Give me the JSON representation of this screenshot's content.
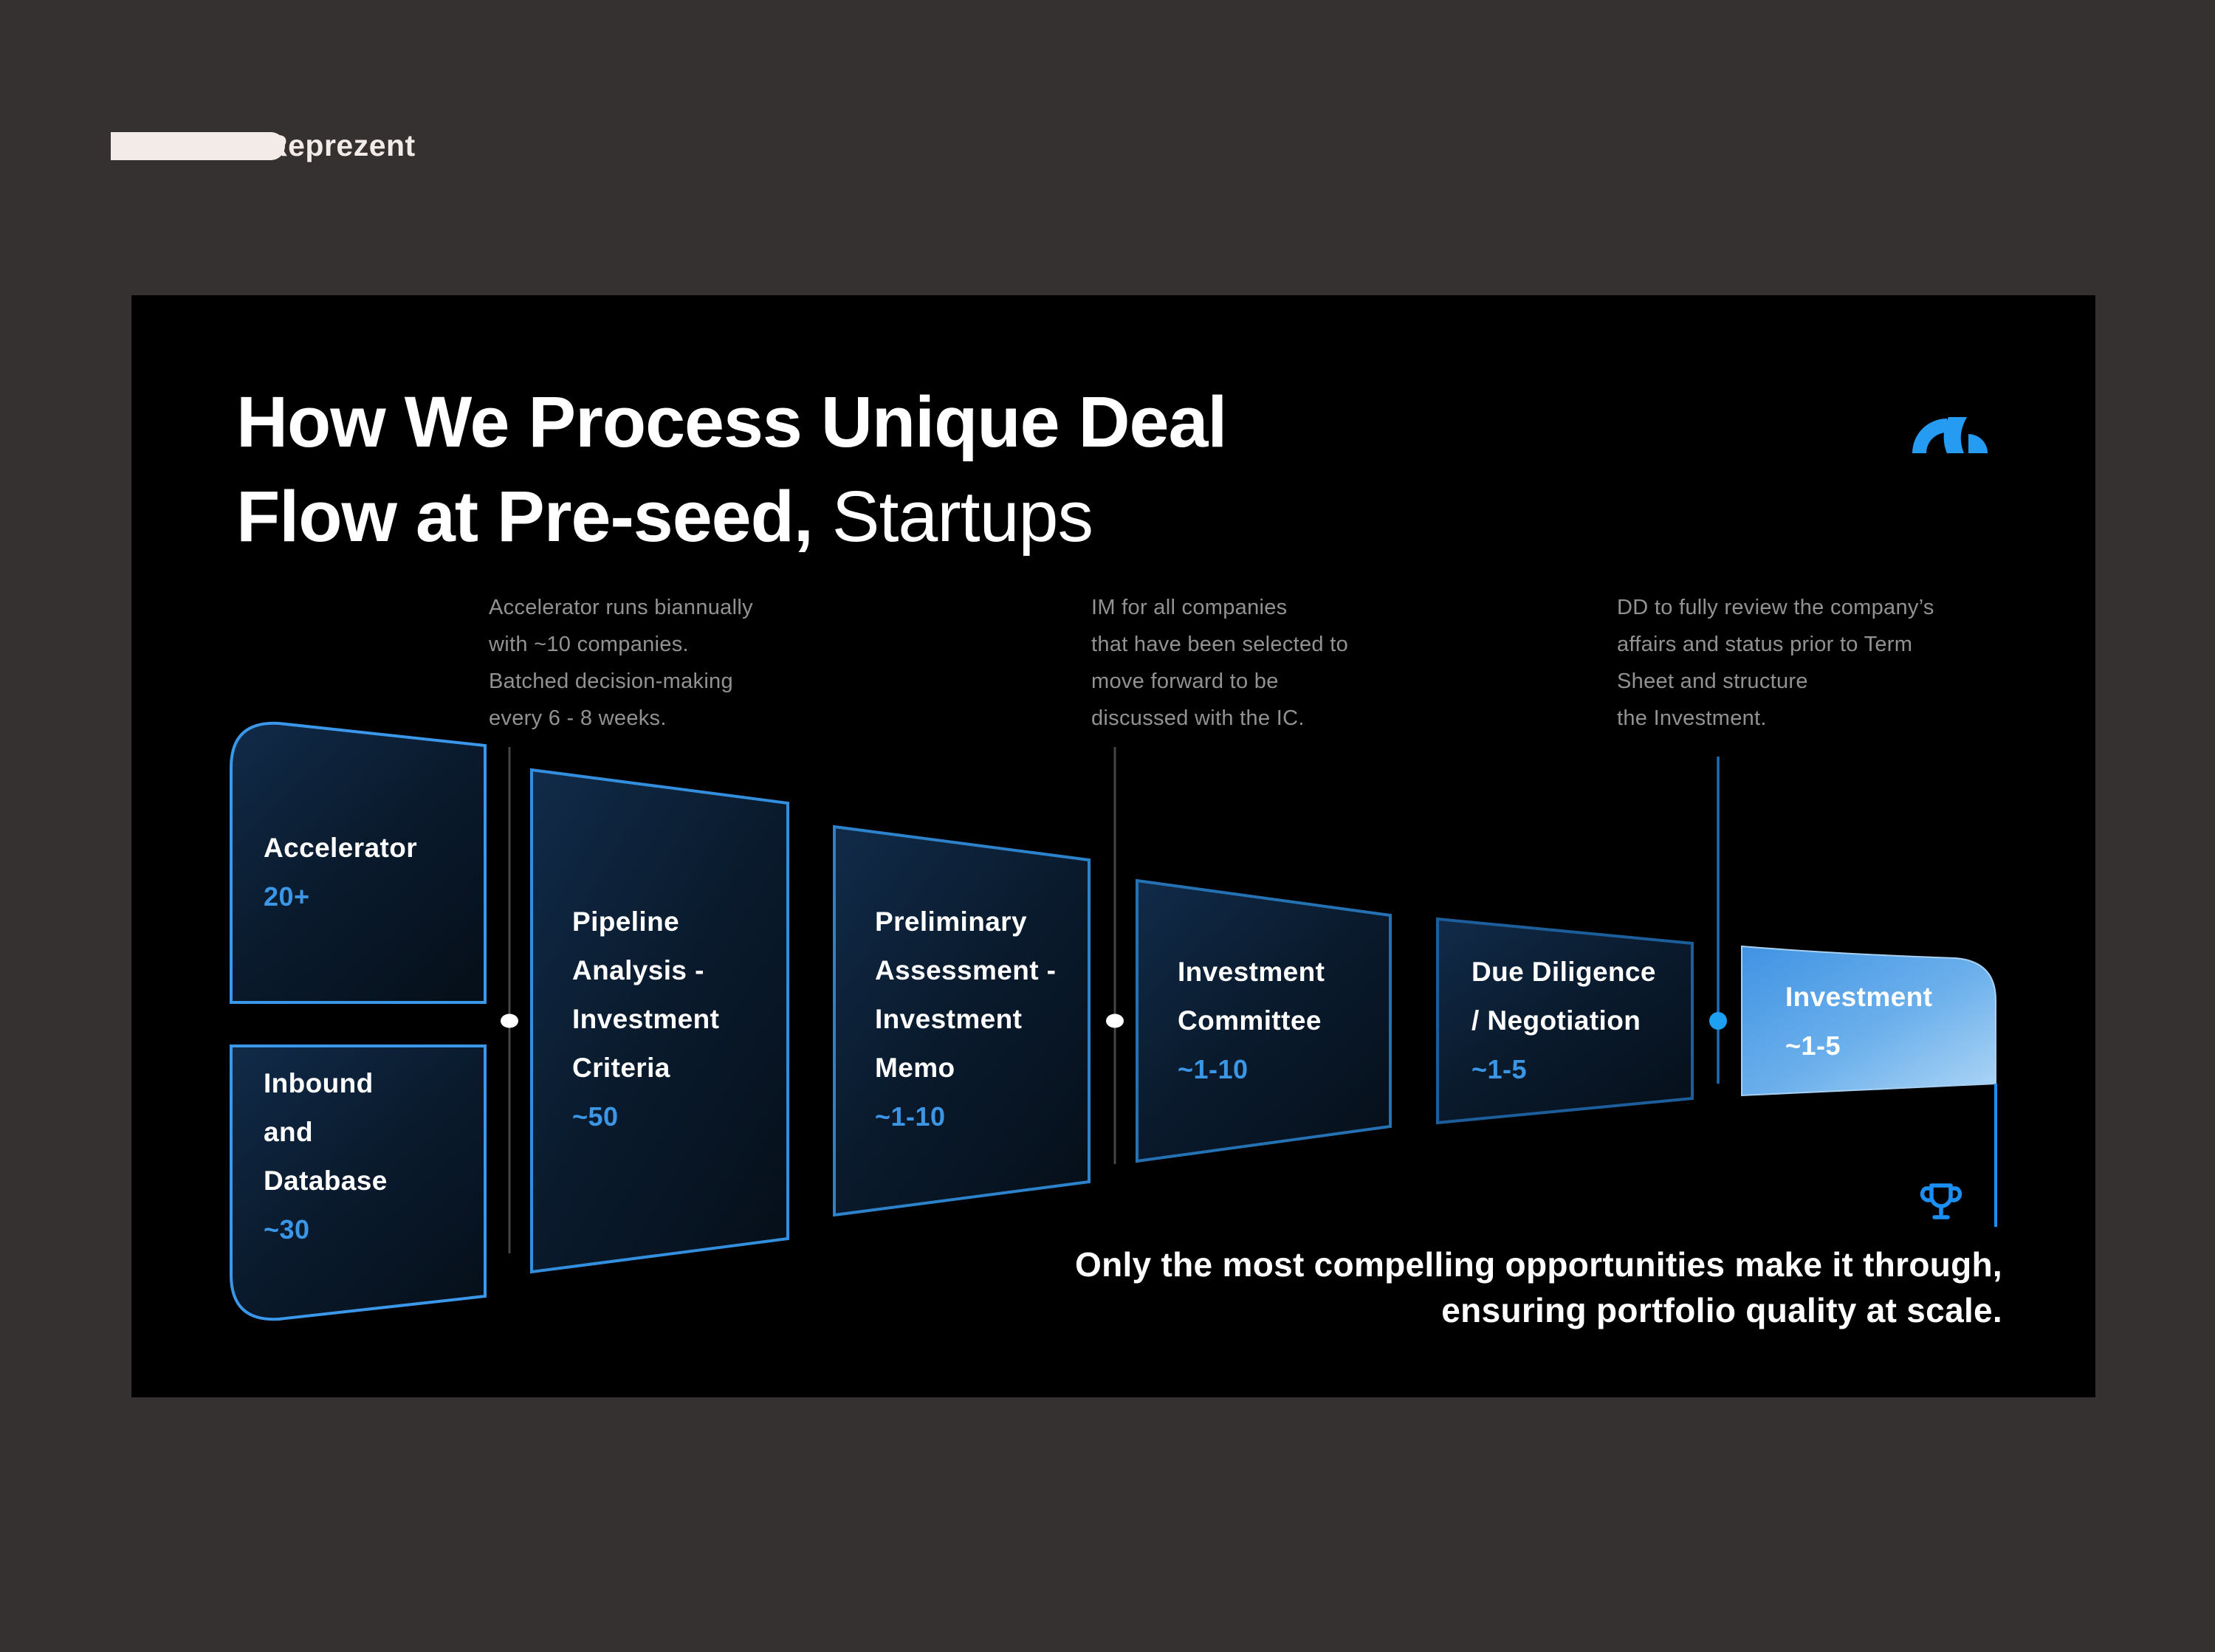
{
  "brand": {
    "name": "Reprezent"
  },
  "logo": {
    "icon": "m-mark-icon",
    "color": "#259bf1"
  },
  "slide": {
    "title": {
      "line1_bold": "How We Process Unique Deal",
      "line2_bold": "Flow at Pre-seed,",
      "line2_light": " Startups"
    },
    "notes": [
      {
        "lines": [
          "Accelerator runs biannually",
          "with ~10 companies.",
          "Batched decision-making",
          "every 6 - 8 weeks."
        ]
      },
      {
        "lines": [
          "IM for all companies",
          "that have been selected to",
          "move forward to be",
          "discussed with the IC."
        ]
      },
      {
        "lines": [
          "DD to fully review the company’s",
          "affairs and status prior to Term",
          "Sheet and structure",
          "the Investment."
        ]
      }
    ],
    "footnote": {
      "line1": "Only the most compelling opportunities make it through,",
      "line2": "ensuring portfolio quality at scale."
    }
  },
  "stages": [
    {
      "lines": [
        "Accelerator"
      ],
      "count": "20+"
    },
    {
      "lines": [
        "Inbound",
        "and",
        "Database"
      ],
      "count": "~30"
    },
    {
      "lines": [
        "Pipeline",
        "Analysis -",
        "Investment",
        "Criteria"
      ],
      "count": "~50"
    },
    {
      "lines": [
        "Preliminary",
        "Assessment -",
        "Investment",
        "Memo"
      ],
      "count": "~1-10"
    },
    {
      "lines": [
        "Investment",
        "Committee"
      ],
      "count": "~1-10"
    },
    {
      "lines": [
        "Due Diligence",
        "/ Negotiation"
      ],
      "count": "~1-5"
    },
    {
      "lines": [
        "Investment"
      ],
      "count": "~1-5"
    }
  ],
  "colors": {
    "canvas_background": "#343130",
    "slide_background": "#000000",
    "accent_blue": "#3b96e6",
    "border_blue": "#338fdd",
    "connector_gray": "#454545",
    "connector_blue": "#1d6fb5",
    "dot_white": "#ffffff",
    "dot_blue": "#1ea0f2",
    "investment_gradient_start": "#4093e3",
    "investment_gradient_end": "#aed6f5",
    "note_gray": "#929292",
    "brand_cream": "#f2ebe8",
    "trophy_blue": "#1e8ff2"
  }
}
